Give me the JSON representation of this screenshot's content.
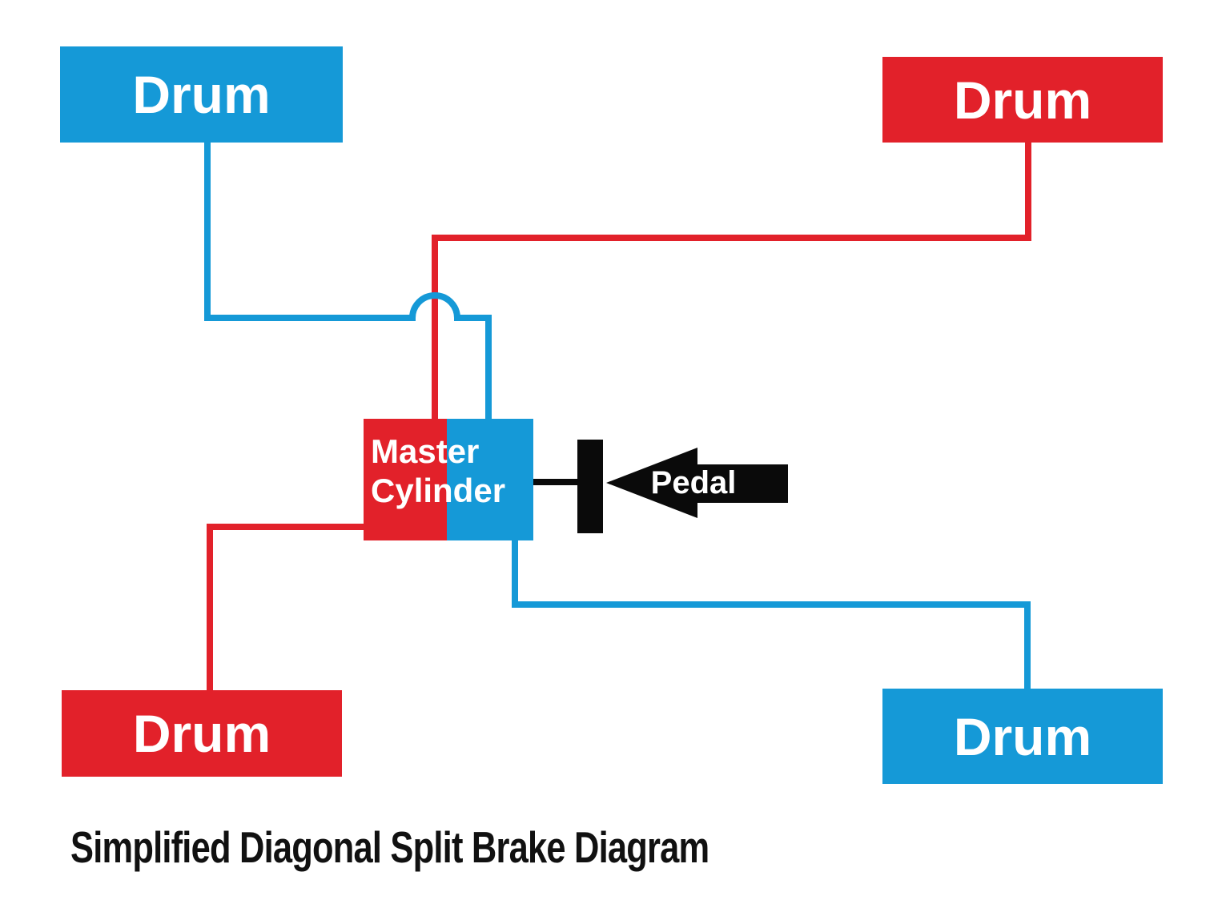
{
  "colors": {
    "blue": "#1599D7",
    "red": "#E2212A",
    "black": "#0A0A0A",
    "white": "#FFFFFF",
    "background": "#FFFFFF",
    "caption_text": "#111111"
  },
  "diagram": {
    "caption": "Simplified Diagonal Split Brake Diagram",
    "drums": {
      "front_left": {
        "label": "Drum",
        "circuit": "blue"
      },
      "front_right": {
        "label": "Drum",
        "circuit": "red"
      },
      "rear_left": {
        "label": "Drum",
        "circuit": "red"
      },
      "rear_right": {
        "label": "Drum",
        "circuit": "blue"
      }
    },
    "master_cylinder": {
      "label": "Master Cylinder"
    },
    "pedal": {
      "label": "Pedal"
    }
  }
}
